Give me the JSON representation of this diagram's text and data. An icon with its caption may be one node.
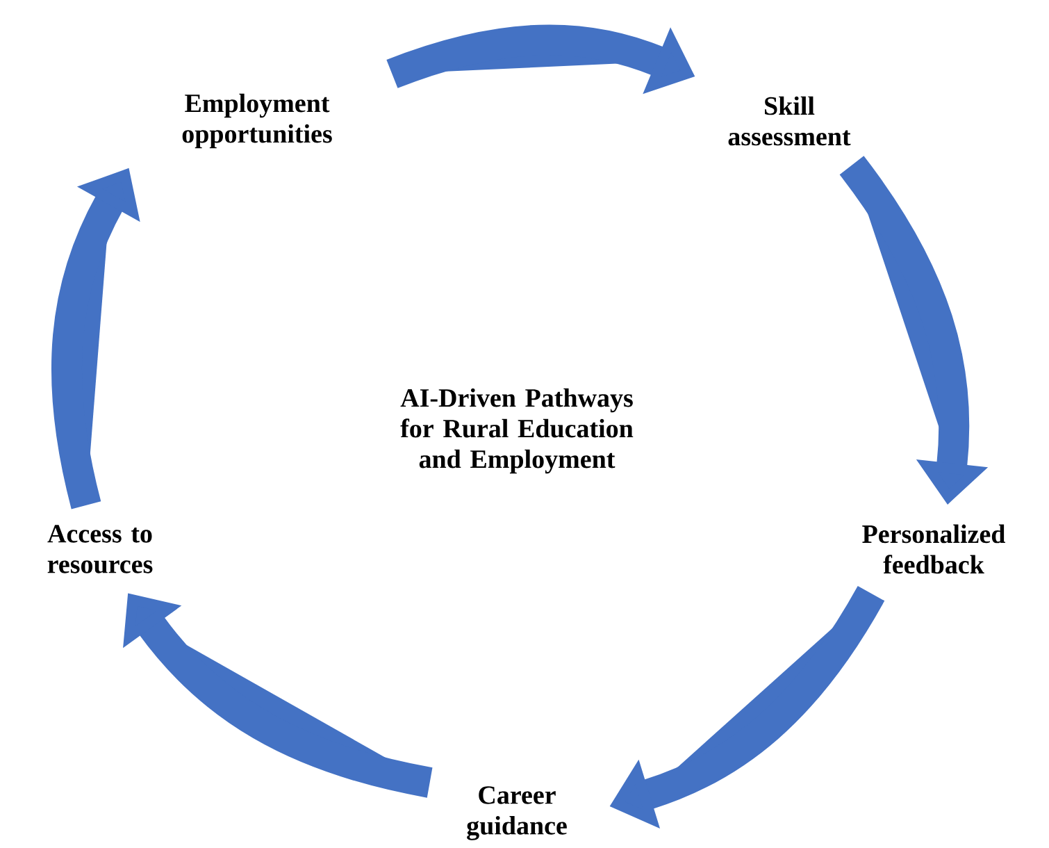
{
  "diagram": {
    "nodes": [
      {
        "text": [
          "Employment opportunities"
        ]
      },
      {
        "text": [
          "Skill assessment"
        ]
      },
      {
        "text": [
          "Personalized feedback"
        ]
      },
      {
        "text": [
          "Career guidance"
        ]
      },
      {
        "text": [
          "Access to resources"
        ]
      }
    ],
    "edges": [
      {
        "from": 0,
        "to": 1,
        "arrow": "to"
      },
      {
        "from": 1,
        "to": 2,
        "arrow": "to"
      },
      {
        "from": 2,
        "to": 3,
        "arrow": "to"
      },
      {
        "from": 3,
        "to": 4,
        "arrow": "to"
      },
      {
        "from": 4,
        "to": 0,
        "arrow": "to"
      }
    ],
    "labels": [
      "AI-Driven Pathways for Rural Education and Employment"
    ]
  }
}
